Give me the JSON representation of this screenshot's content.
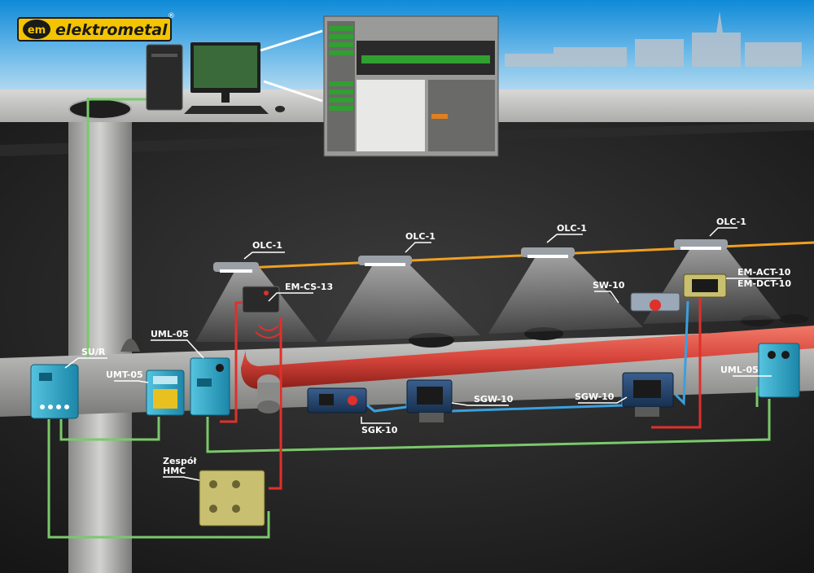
{
  "logo": {
    "mark": "em",
    "brand": "elektrometal",
    "registered": "®",
    "color": "#f5c400"
  },
  "labels": {
    "olc_1": "OLC-1",
    "olc_2": "OLC-1",
    "olc_3": "OLC-1",
    "olc_4": "OLC-1",
    "em_cs_13": "EM-CS-13",
    "sw_10": "SW-10",
    "em_act_10": "EM-ACT-10",
    "em_dct_10": "EM-DCT-10",
    "uml_05_left": "UML-05",
    "uml_05_right": "UML-05",
    "umt_05": "UMT-05",
    "su_r": "SU/R",
    "sgk_10": "SGK-10",
    "sgw_10_a": "SGW-10",
    "sgw_10_b": "SGW-10",
    "hmc_line1": "Zespół",
    "hmc_line2": "HMC"
  },
  "colors": {
    "signal_red": "#e0302a",
    "data_blue": "#3aa0e0",
    "power_green": "#7ac96a",
    "light_cable": "#f0a020",
    "conveyor": "#d8463c",
    "device_teal": "#2aa8c8",
    "device_navy": "#20406a",
    "hmc_yellow": "#c8c070"
  },
  "icons": [
    "desktop-computer-icon",
    "monitor-icon",
    "keyboard-icon",
    "mouse-icon"
  ]
}
